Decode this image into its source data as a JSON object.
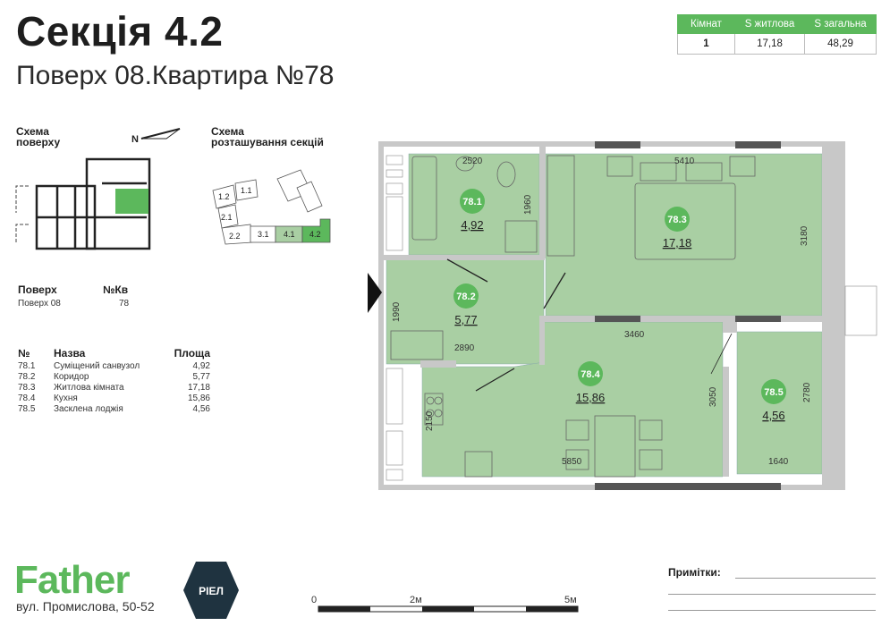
{
  "header": {
    "title": "Секція 4.2",
    "subtitle": "Поверх 08.Квартира №78"
  },
  "summary": {
    "headers": [
      "Кімнат",
      "S житлова",
      "S загальна"
    ],
    "values": [
      "1",
      "17,18",
      "48,29"
    ]
  },
  "floor_scheme": {
    "title_line1": "Схема",
    "title_line2": "поверху",
    "north": "N"
  },
  "sections_scheme": {
    "title_line1": "Схема",
    "title_line2": "розташування секцій",
    "sections": [
      "1.1",
      "1.2",
      "2.1",
      "2.2",
      "3.1",
      "4.1",
      "4.2"
    ],
    "active": "4.2"
  },
  "info": {
    "floor_label": "Поверх",
    "floor_value": "Поверх 08",
    "apt_label": "№Кв",
    "apt_value": "78"
  },
  "rooms_table": {
    "headers": [
      "№",
      "Назва",
      "Площа"
    ],
    "rows": [
      {
        "no": "78.1",
        "name": "Суміщений санвузол",
        "area": "4,92"
      },
      {
        "no": "78.2",
        "name": "Коридор",
        "area": "5,77"
      },
      {
        "no": "78.3",
        "name": "Житлова кімната",
        "area": "17,18"
      },
      {
        "no": "78.4",
        "name": "Кухня",
        "area": "15,86"
      },
      {
        "no": "78.5",
        "name": "Засклена лоджія",
        "area": "4,56"
      }
    ]
  },
  "plan": {
    "dimensions": [
      "2520",
      "5410",
      "1960",
      "3180",
      "1990",
      "2890",
      "3460",
      "3050",
      "2780",
      "2150",
      "5850",
      "1640"
    ]
  },
  "footer": {
    "brand": "Father",
    "badge": "РІЕЛ",
    "address": "вул. Промислова, 50-52",
    "scale": [
      "0",
      "2м",
      "5м"
    ],
    "notes_label": "Примітки:"
  },
  "colors": {
    "accent": "#5cb85c",
    "room_fill": "#a9cfa3",
    "wall": "#c8c8c8",
    "dark": "#1f3340"
  }
}
